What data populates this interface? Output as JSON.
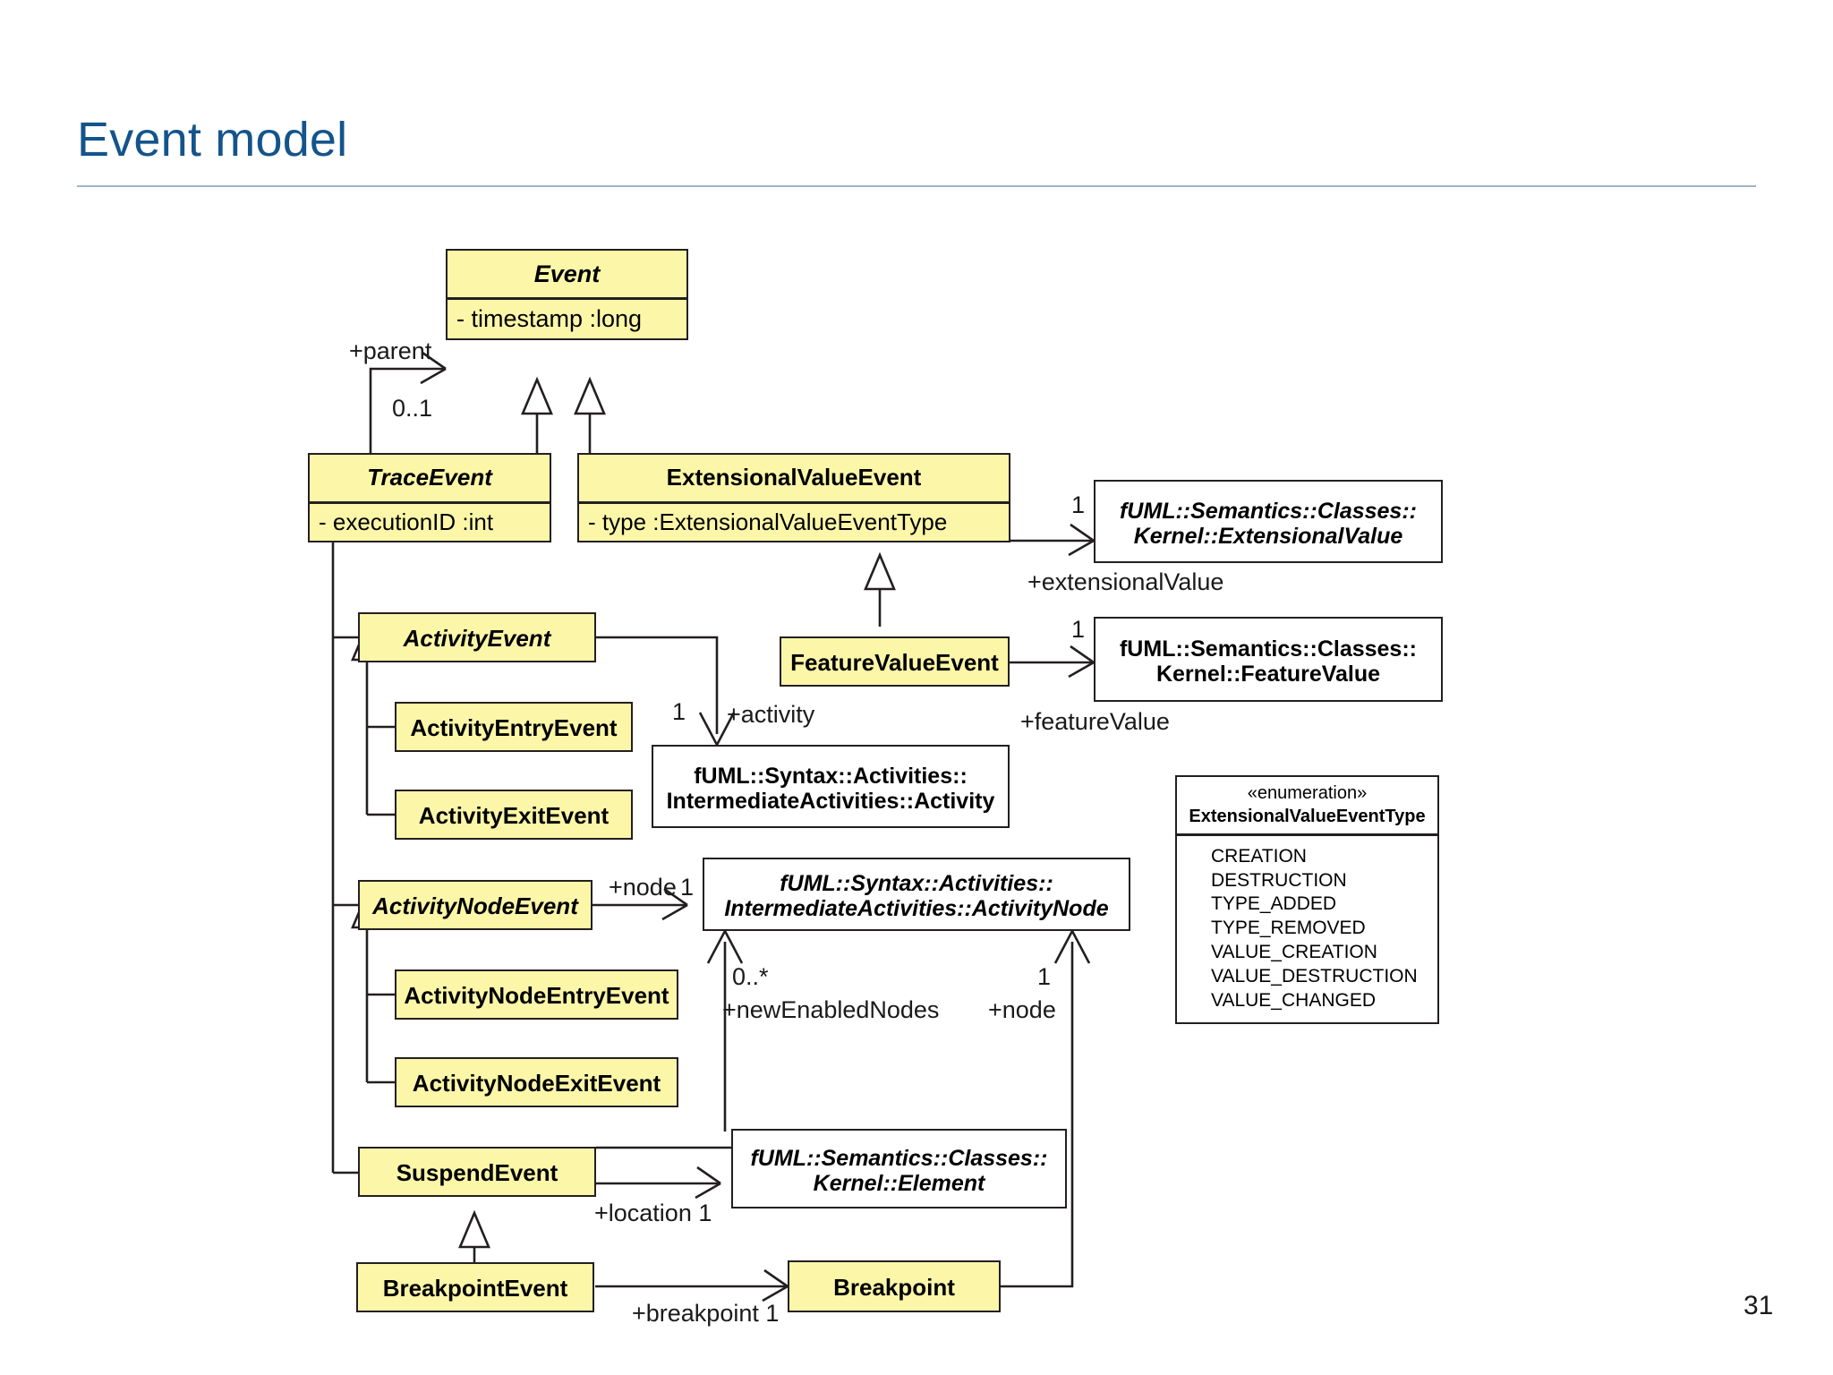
{
  "slide": {
    "title": "Event model",
    "page_number": "31",
    "accent_color": "#14548c",
    "class_fill": "#fcf7a8",
    "class_stroke": "#231f20"
  },
  "classes": [
    {
      "id": "event",
      "name": "Event",
      "italic": true,
      "white": false,
      "attrs": [
        "-    timestamp  :long"
      ]
    },
    {
      "id": "trace-event",
      "name": "TraceEvent",
      "italic": true,
      "white": false,
      "attrs": [
        "-    executionID  :int"
      ]
    },
    {
      "id": "extensional-value-event",
      "name": "ExtensionalValueEvent",
      "italic": false,
      "white": false,
      "attrs": [
        "-    type  :ExtensionalValueEventType"
      ]
    },
    {
      "id": "activity-event",
      "name": "ActivityEvent",
      "italic": true,
      "white": false,
      "attrs": []
    },
    {
      "id": "activity-entry-event",
      "name": "ActivityEntryEvent",
      "italic": false,
      "white": false,
      "attrs": []
    },
    {
      "id": "activity-exit-event",
      "name": "ActivityExitEvent",
      "italic": false,
      "white": false,
      "attrs": []
    },
    {
      "id": "activity-node-event",
      "name": "ActivityNodeEvent",
      "italic": true,
      "white": false,
      "attrs": []
    },
    {
      "id": "activity-node-entry-event",
      "name": "ActivityNodeEntryEvent",
      "italic": false,
      "white": false,
      "attrs": []
    },
    {
      "id": "activity-node-exit-event",
      "name": "ActivityNodeExitEvent",
      "italic": false,
      "white": false,
      "attrs": []
    },
    {
      "id": "suspend-event",
      "name": "SuspendEvent",
      "italic": false,
      "white": false,
      "attrs": []
    },
    {
      "id": "breakpoint-event",
      "name": "BreakpointEvent",
      "italic": false,
      "white": false,
      "attrs": []
    },
    {
      "id": "breakpoint",
      "name": "Breakpoint",
      "italic": false,
      "white": false,
      "attrs": []
    },
    {
      "id": "feature-value-event",
      "name": "FeatureValueEvent",
      "italic": false,
      "white": false,
      "attrs": []
    },
    {
      "id": "extensional-value",
      "name_line1": "fUML::Semantics::Classes::",
      "name_line2": "Kernel::ExtensionalValue",
      "italic": true,
      "white": true,
      "attrs": []
    },
    {
      "id": "feature-value",
      "name_line1": "fUML::Semantics::Classes::",
      "name_line2": "Kernel::FeatureValue",
      "italic": false,
      "white": true,
      "attrs": []
    },
    {
      "id": "activity",
      "name_line1": "fUML::Syntax::Activities::",
      "name_line2": "IntermediateActivities::Activity",
      "italic": false,
      "white": true,
      "attrs": []
    },
    {
      "id": "activity-node",
      "name_line1": "fUML::Syntax::Activities::",
      "name_line2": "IntermediateActivities::ActivityNode",
      "italic": true,
      "white": true,
      "attrs": []
    },
    {
      "id": "element",
      "name_line1": "fUML::Semantics::Classes::",
      "name_line2": "Kernel::Element",
      "italic": true,
      "white": true,
      "attrs": []
    }
  ],
  "enumeration": {
    "stereotype": "«enumeration»",
    "name": "ExtensionalValueEventType",
    "literals": [
      "CREATION",
      "DESTRUCTION",
      "TYPE_ADDED",
      "TYPE_REMOVED",
      "VALUE_CREATION",
      "VALUE_DESTRUCTION",
      "VALUE_CHANGED"
    ]
  },
  "association_labels": [
    {
      "id": "parent-role",
      "text": "+parent"
    },
    {
      "id": "parent-multiplicity",
      "text": "0..1"
    },
    {
      "id": "extensionalvalue-mult",
      "text": "1"
    },
    {
      "id": "extensionalvalue-role",
      "text": "+extensionalValue"
    },
    {
      "id": "featurevalue-mult",
      "text": "1"
    },
    {
      "id": "featurevalue-role",
      "text": "+featureValue"
    },
    {
      "id": "activity-mult",
      "text": "1"
    },
    {
      "id": "activity-role",
      "text": "+activity"
    },
    {
      "id": "node-role-upper",
      "text": "+node"
    },
    {
      "id": "node-mult-upper",
      "text": "1"
    },
    {
      "id": "newenablednodes-mult",
      "text": "0..*"
    },
    {
      "id": "newenablednodes-role",
      "text": "+newEnabledNodes"
    },
    {
      "id": "node-mult-lower",
      "text": "1"
    },
    {
      "id": "node-role-lower",
      "text": "+node"
    },
    {
      "id": "location-role",
      "text": "+location  1"
    },
    {
      "id": "breakpoint-role",
      "text": "+breakpoint  1"
    }
  ]
}
